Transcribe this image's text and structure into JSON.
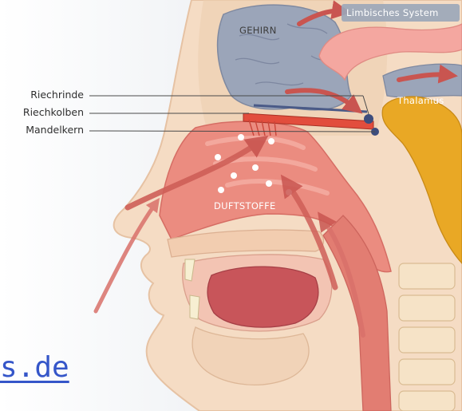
{
  "labels": {
    "riechrinde": "Riechrinde",
    "riechkolben": "Riechkolben",
    "mandelkern": "Mandelkern",
    "gehirn": "GEHIRN",
    "limbisches_system": "Limbisches System",
    "thalamus": "Thalamus",
    "duftstoffe": "DUFTSTOFFE"
  },
  "website_fragment": "s.de",
  "colors": {
    "skin": "#f5dcc4",
    "brain": "#9aa4b8",
    "nasal": "#e57a6f",
    "arrow": "#cf5f58",
    "thalamus": "#e9a825",
    "link": "#3556c9"
  },
  "icons": [
    "arrow-icon",
    "scent-particle-icon"
  ]
}
